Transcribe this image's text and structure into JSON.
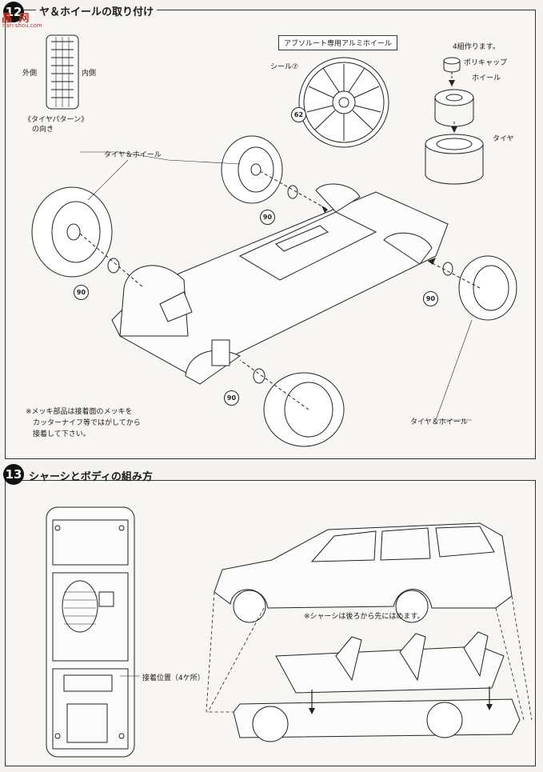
{
  "watermark": {
    "brand": "晶 网",
    "url": "nan-shou.com"
  },
  "step12": {
    "number": "12",
    "title": "ヤ＆ホイールの取り付け",
    "tread": {
      "outer": "外側",
      "inner": "内側",
      "pattern_line1": "《タイヤパターン》",
      "pattern_line2": "の向き"
    },
    "wheel_box": "アブソルート専用アルミホイール",
    "seal_label": "シール⑦",
    "part_62": "62",
    "assembly": {
      "make_four": "4組作ります。",
      "cap": "ポリキャップ",
      "wheel": "ホイール",
      "tire": "タイヤ"
    },
    "tire_wheel_top": "タイヤ＆ホイール",
    "tire_wheel_bottom": "タイヤ＆ホイール",
    "part_90": "90",
    "note": "※メッキ部品は接着面のメッキを\n　カッターナイフ等ではがしてから\n　接着して下さい。"
  },
  "step13": {
    "number": "13",
    "title": "シャーシとボディの組み方",
    "glue_label": "接着位置（4ケ所）",
    "chassis_note": "※シャーシは後ろから先にはめます。"
  }
}
